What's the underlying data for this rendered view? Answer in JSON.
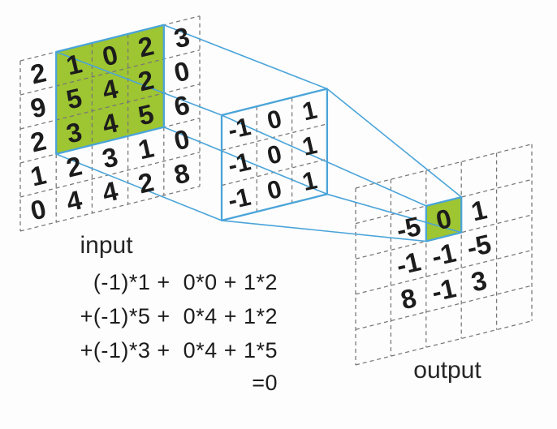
{
  "diagram": {
    "input": {
      "label": "input",
      "rows": 5,
      "cols": 5,
      "values": [
        [
          "2",
          "1",
          "0",
          "2",
          "3"
        ],
        [
          "9",
          "5",
          "4",
          "2",
          "0"
        ],
        [
          "2",
          "3",
          "4",
          "5",
          "6"
        ],
        [
          "1",
          "2",
          "3",
          "1",
          "0"
        ],
        [
          "0",
          "4",
          "4",
          "2",
          "8"
        ]
      ],
      "highlight": {
        "row_start": 0,
        "row_end": 3,
        "col_start": 1,
        "col_end": 4
      }
    },
    "kernel": {
      "rows": 3,
      "cols": 3,
      "values": [
        [
          "-1",
          "0",
          "1"
        ],
        [
          "-1",
          "0",
          "1"
        ],
        [
          "-1",
          "0",
          "1"
        ]
      ]
    },
    "output": {
      "label": "output",
      "rows": 5,
      "cols": 5,
      "values": [
        [
          "",
          "",
          "",
          "",
          ""
        ],
        [
          "",
          "-5",
          "0",
          "1",
          ""
        ],
        [
          "",
          "-1",
          "-1",
          "-5",
          ""
        ],
        [
          "",
          "8",
          "-1",
          "3",
          ""
        ],
        [
          "",
          "",
          "",
          "",
          ""
        ]
      ],
      "highlight": {
        "row_start": 1,
        "row_end": 2,
        "col_start": 2,
        "col_end": 3
      }
    },
    "formula": {
      "lines": [
        "(-1)*1 +  0*0 + 1*2",
        "+(-1)*5 +  0*4 + 1*2",
        "+(-1)*3 +  0*4 + 1*5",
        "=0"
      ]
    },
    "colors": {
      "highlight_green": "#9ec532",
      "line_blue": "#4aa4d9",
      "grid_dash": "#777777",
      "text": "#1c1c1c"
    }
  }
}
